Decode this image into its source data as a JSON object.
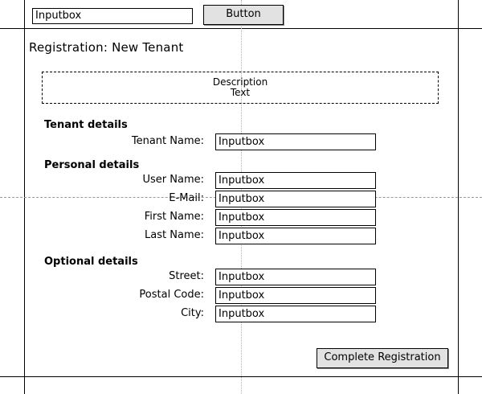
{
  "toolbar": {
    "input_value": "Inputbox",
    "button_label": "Button"
  },
  "page": {
    "title": "Registration: New Tenant",
    "description_line1": "Description",
    "description_line2": "Text"
  },
  "tenant_details": {
    "heading": "Tenant details",
    "fields": [
      {
        "label": "Tenant Name:",
        "value": "Inputbox"
      }
    ]
  },
  "personal_details": {
    "heading": "Personal details",
    "fields": [
      {
        "label": "User Name:",
        "value": "Inputbox"
      },
      {
        "label": "E-Mail:",
        "value": "Inputbox"
      },
      {
        "label": "First Name:",
        "value": "Inputbox"
      },
      {
        "label": "Last Name:",
        "value": "Inputbox"
      }
    ]
  },
  "optional_details": {
    "heading": "Optional details",
    "fields": [
      {
        "label": "Street:",
        "value": "Inputbox"
      },
      {
        "label": "Postal Code:",
        "value": "Inputbox"
      },
      {
        "label": "City:",
        "value": "Inputbox"
      }
    ]
  },
  "actions": {
    "submit_label": "Complete Registration"
  }
}
